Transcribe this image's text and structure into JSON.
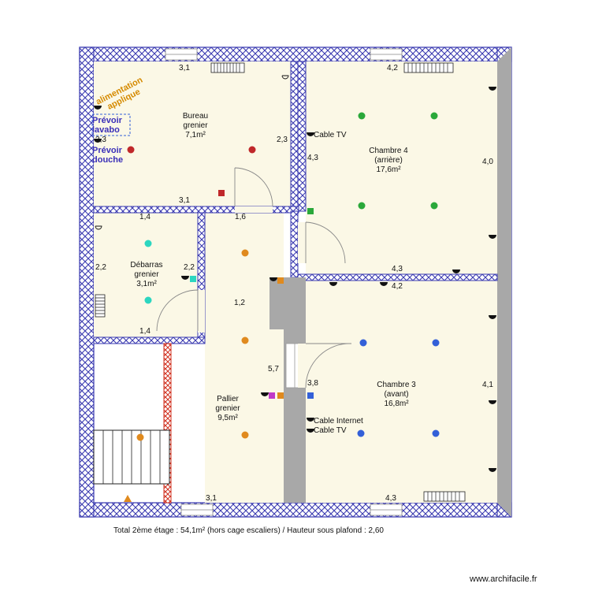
{
  "rooms": {
    "bureau": {
      "name": "Bureau",
      "sub": "grenier",
      "area": "7,1m²"
    },
    "chambre4": {
      "name": "Chambre 4",
      "sub": "(arrière)",
      "area": "17,6m²"
    },
    "debarras": {
      "name": "Débarras",
      "sub": "grenier",
      "area": "3,1m²"
    },
    "pallier": {
      "name": "Pallier",
      "sub": "grenier",
      "area": "9,5m²"
    },
    "chambre3": {
      "name": "Chambre 3",
      "sub": "(avant)",
      "area": "16,8m²"
    }
  },
  "dimensions": {
    "d_bureau_top": "3,1",
    "d_ch4_top": "4,2",
    "d_bureau_left": "2,3",
    "d_bureau_right": "2,3",
    "d_ch4_left": "4,3",
    "d_ch4_right": "4,0",
    "d_bureau_bottom": "3,1",
    "d_deb_top": "1,4",
    "d_pallier_top": "1,6",
    "d_ch4_bottom": "4,3",
    "d_ch3_top": "4,2",
    "d_deb_left": "2,2",
    "d_deb_right": "2,2",
    "d_pallier_mid": "1,2",
    "d_deb_bottom": "1,4",
    "d_pallier_len": "5,7",
    "d_ch3_left": "3,8",
    "d_ch3_right": "4,1",
    "d_bottom_left": "3,1",
    "d_ch3_bottom": "4,3"
  },
  "annotations": {
    "alimentation": "alimentation",
    "applique": "applique",
    "prevoir_lavabo_1": "Prévoir",
    "prevoir_lavabo_2": "lavabo",
    "prevoir_douche_1": "Prévoir",
    "prevoir_douche_2": "douche",
    "cable_tv_ch4": "Cable TV",
    "cable_internet": "Cable Internet",
    "cable_tv_ch3": "Cable TV"
  },
  "footer": "Total 2ème étage : 54,1m² (hors cage escaliers) / Hauteur sous plafond : 2,60",
  "watermark": "www.archifacile.fr",
  "colors": {
    "wall_stroke": "#3a3ab0",
    "stair_wall": "#d0301f",
    "room_fill": "#fbf8e6",
    "gray_wall": "#a8a8a8",
    "socket_red": "#c0282a",
    "socket_green": "#2aa83a",
    "socket_cyan": "#2cd6c0",
    "socket_orange": "#e08a1e",
    "socket_blue": "#3360d8",
    "socket_magenta": "#c03ac8"
  }
}
